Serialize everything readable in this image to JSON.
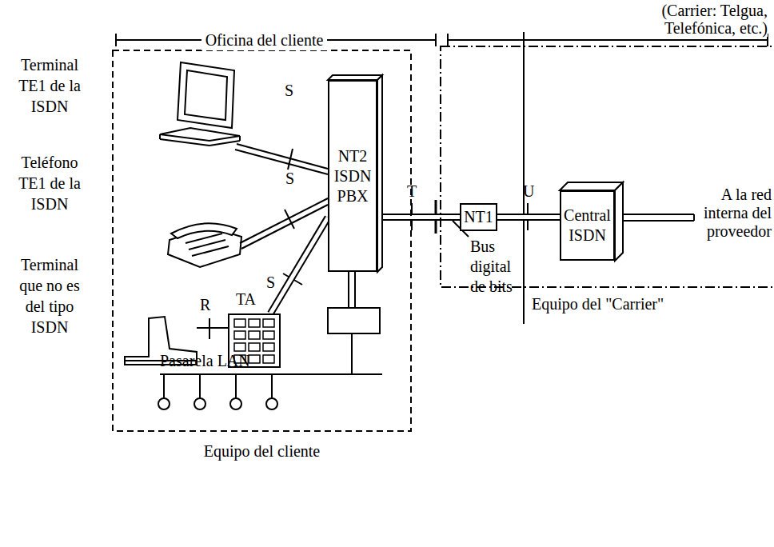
{
  "diagram": {
    "nodes": [
      {
        "text": [
          "Equipo del cliente"
        ]
      },
      {
        "text": [
          "Equipo del \"Carrier\""
        ]
      },
      {
        "text": [
          "NT2 ISDN PBX"
        ],
        "in": 0
      },
      {
        "text": [
          "TA"
        ],
        "in": 0
      },
      {
        "text": [
          "NT1"
        ],
        "in": 1
      },
      {
        "text": [
          "Central ISDN"
        ],
        "in": 1
      }
    ],
    "edges": [
      {
        "from": 3,
        "to": 2,
        "arrow": "none"
      },
      {
        "from": 2,
        "to": 4,
        "arrow": "none"
      },
      {
        "from": 4,
        "to": 5,
        "arrow": "none"
      }
    ],
    "labels": [
      "Oficina del cliente",
      "(Carrier: Telgua, Telefónica, etc.)",
      "Terminal TE1 de la ISDN",
      "Teléfono TE1 de la ISDN",
      "Terminal que no es del tipo ISDN",
      "S",
      "S",
      "S",
      "R",
      "T",
      "U",
      "Bus digital de bits",
      "A la red interna del proveedor",
      "Pasarela LAN"
    ]
  }
}
